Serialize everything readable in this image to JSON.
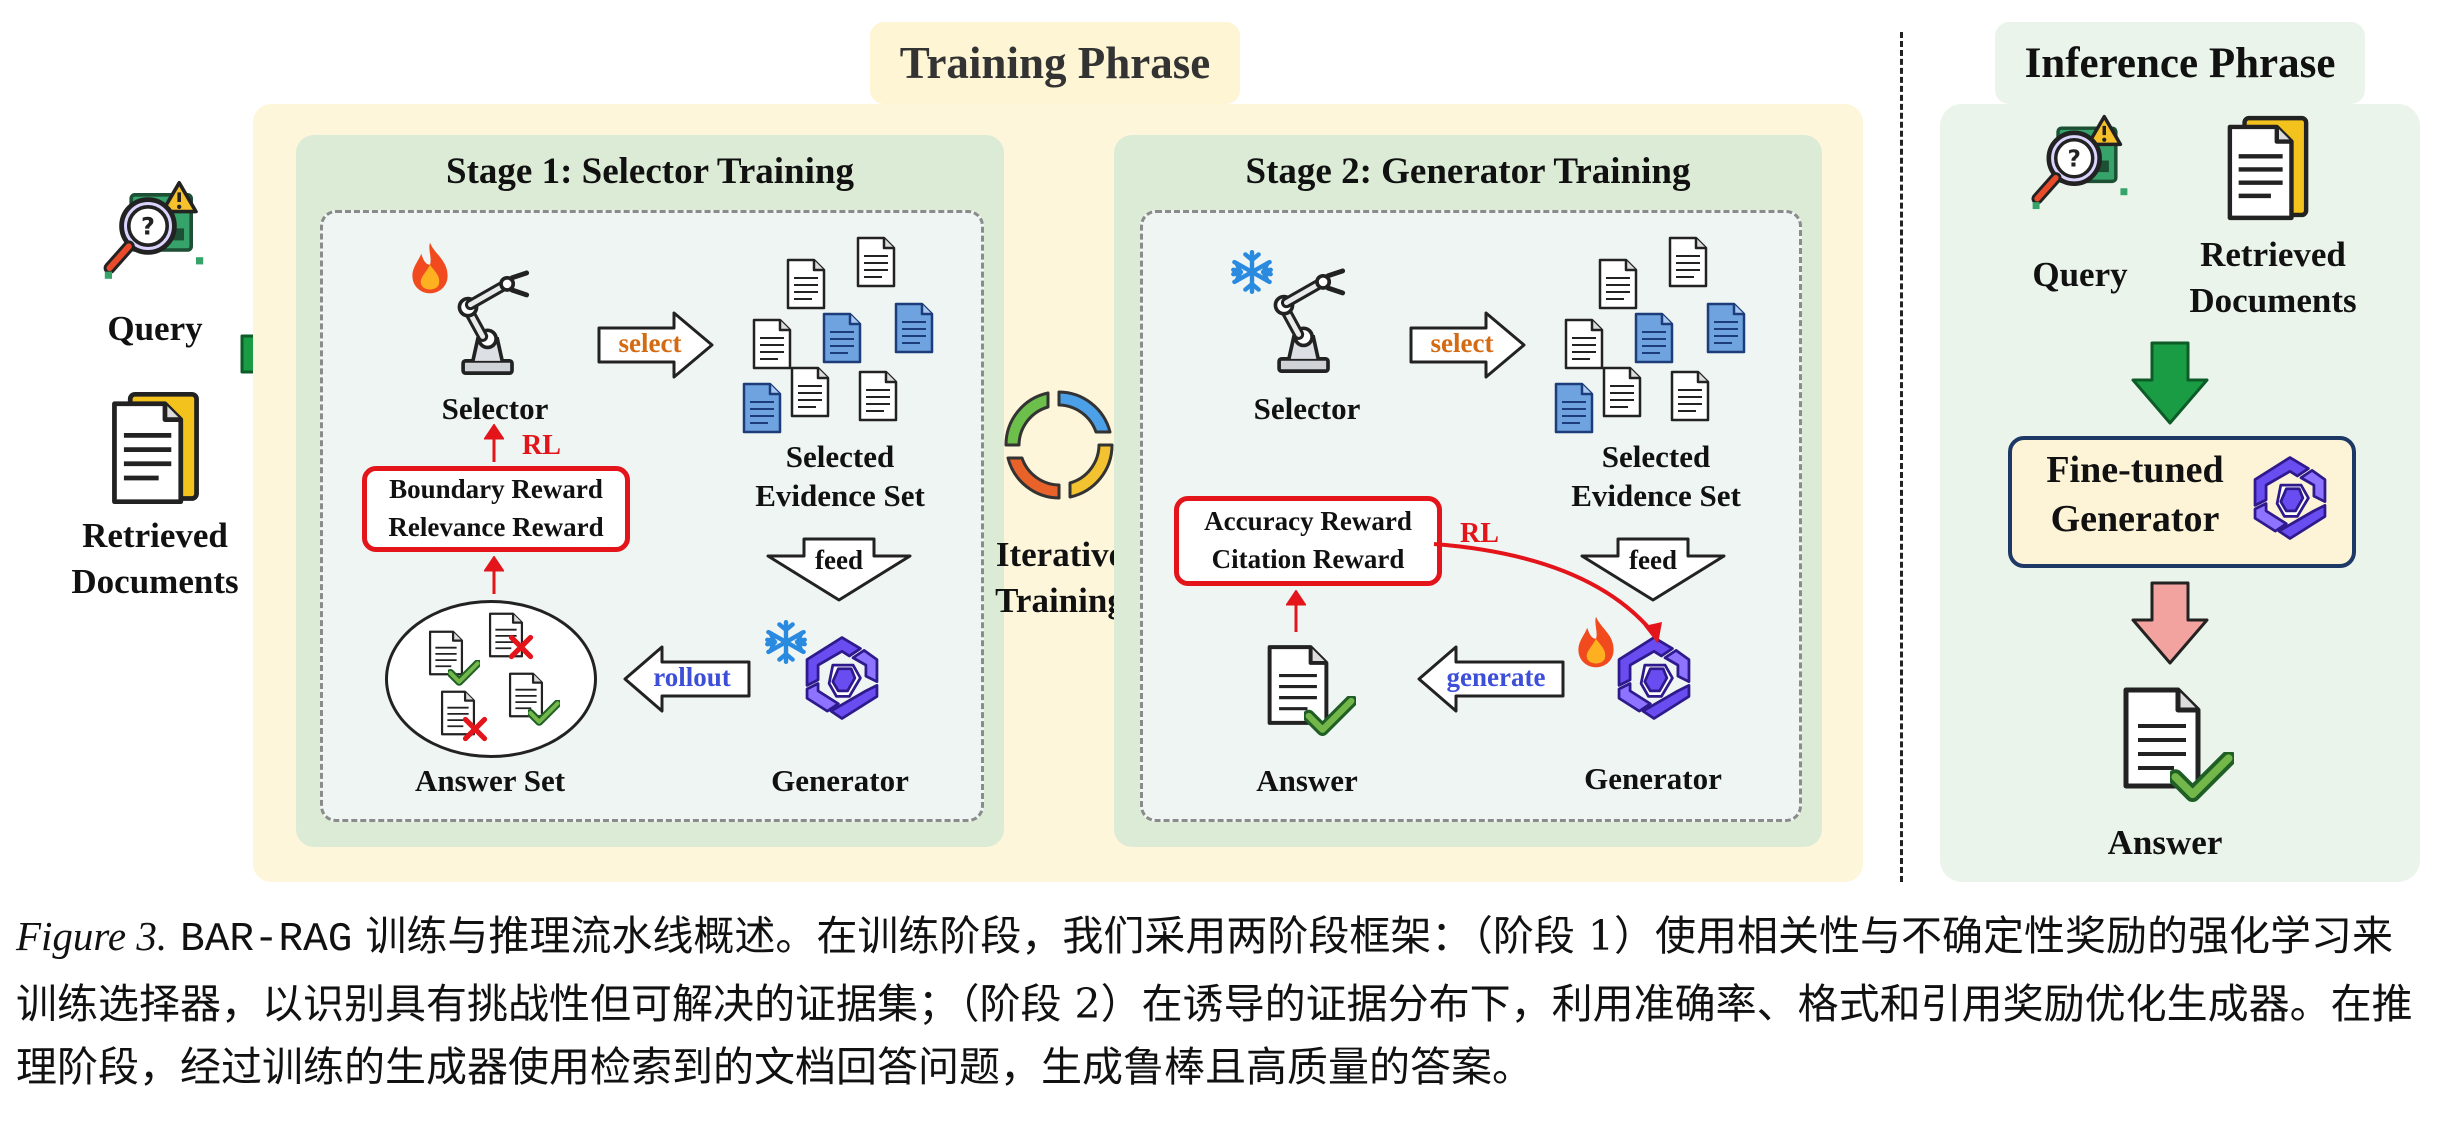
{
  "training": {
    "title": "Training Phrase",
    "stage1": {
      "title": "Stage 1: Selector Training",
      "selector": "Selector",
      "select": "select",
      "evidence_line1": "Selected",
      "evidence_line2": "Evidence Set",
      "feed": "feed",
      "generator": "Generator",
      "rollout": "rollout",
      "answer_set": "Answer Set",
      "rl": "RL",
      "reward_line1": "Boundary Reward",
      "reward_line2": "Relevance Reward"
    },
    "iterative_line1": "Iterative",
    "iterative_line2": "Training",
    "stage2": {
      "title": "Stage 2: Generator Training",
      "selector": "Selector",
      "select": "select",
      "evidence_line1": "Selected",
      "evidence_line2": "Evidence Set",
      "feed": "feed",
      "generator": "Generator",
      "generate": "generate",
      "answer": "Answer",
      "rl": "RL",
      "reward_line1": "Accuracy Reward",
      "reward_line2": "Citation Reward"
    }
  },
  "inputs": {
    "query": "Query",
    "docs_line1": "Retrieved",
    "docs_line2": "Documents"
  },
  "inference": {
    "title": "Inference Phrase",
    "query": "Query",
    "docs_line1": "Retrieved",
    "docs_line2": "Documents",
    "ft_line1": "Fine-tuned",
    "ft_line2": "Generator",
    "answer": "Answer"
  },
  "caption": {
    "fig_label": "Figure 3.",
    "method": "BAR-RAG",
    "text": " 训练与推理流水线概述。在训练阶段，我们采用两阶段框架：（阶段 1）使用相关性与不确定性奖励的强化学习来训练选择器，以识别具有挑战性但可解决的证据集；（阶段 2）在诱导的证据分布下，利用准确率、格式和引用奖励优化生成器。在推理阶段，经过训练的生成器使用检索到的文档回答问题，生成鲁棒且高质量的答案。"
  },
  "colors": {
    "stage_green": "#dcebd6",
    "training_bg": "#fdf6da",
    "reward_red": "#e4141b",
    "arrow_green": "#1a9c45",
    "select_orange": "#d46a12",
    "rollout_blue": "#3d4fd8",
    "answer_pink": "#f2a3a0"
  },
  "icons": [
    "query-magnifier-icon",
    "document-icon",
    "robot-arm-icon",
    "fire-icon",
    "snowflake-icon",
    "generator-logo-icon",
    "check-icon",
    "cross-icon",
    "cycle-icon"
  ]
}
